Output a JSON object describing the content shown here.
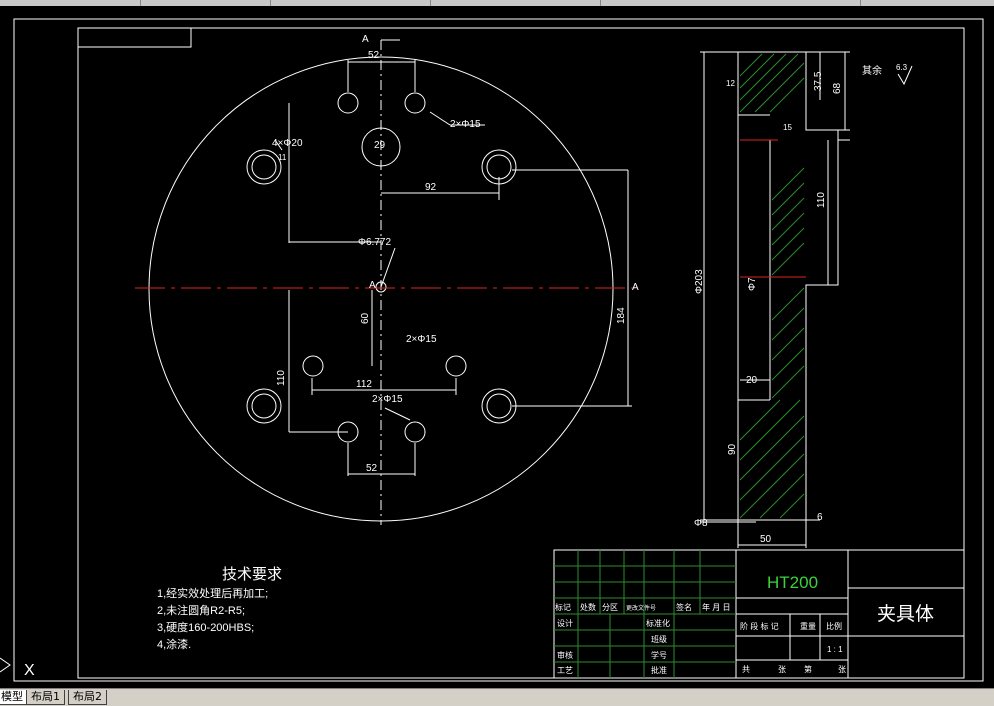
{
  "tabs": {
    "model": "模型",
    "layout1": "布局1",
    "layout2": "布局2"
  },
  "drawing": {
    "section_label_top": "A",
    "section_label_center": "A",
    "section_label_right": "A",
    "dims": {
      "d52_top": "52",
      "d2x15_top": "2×Φ15",
      "d4x20": "4×Φ20",
      "d11": "11",
      "d29": "29",
      "d92": "92",
      "d6772": "Φ6.772",
      "d184": "184",
      "d60": "60",
      "d2x15_mid": "2×Φ15",
      "d112": "112",
      "d110_left": "110",
      "d2x15_bot": "2×Φ15",
      "d52_bot": "52",
      "d203": "Φ203",
      "d375": "37.5",
      "d68": "68",
      "d110_right": "110",
      "d7": "Φ7",
      "d20": "20",
      "d90": "90",
      "d8": "Φ8",
      "d50": "50",
      "d6": "6",
      "d12": "12",
      "d15": "15",
      "roughness_note": "其余",
      "roughness_value": "6.3"
    },
    "tech": {
      "title": "技术要求",
      "items": [
        "1,经实效处理后再加工;",
        "2,未注圆角R2-R5;",
        "3,硬度160-200HBS;",
        "4,涂漆."
      ]
    },
    "title_block": {
      "material": "HT200",
      "part_name": "夹具体",
      "row_labels": [
        "标记",
        "处数",
        "分区",
        "更改文件号",
        "签名",
        "年 月 日"
      ],
      "left_labels": {
        "design": "设计",
        "review": "审核",
        "process": "工艺"
      },
      "mid_labels": {
        "standard": "标准化",
        "class": "班级",
        "student_id": "学号",
        "approve": "批准"
      },
      "stage_row": [
        "阶 段 标 记",
        "重量",
        "比例"
      ],
      "scale": "1 : 1",
      "sheet": [
        "共",
        "张",
        "第",
        "张"
      ]
    },
    "cursor_label": "X"
  }
}
